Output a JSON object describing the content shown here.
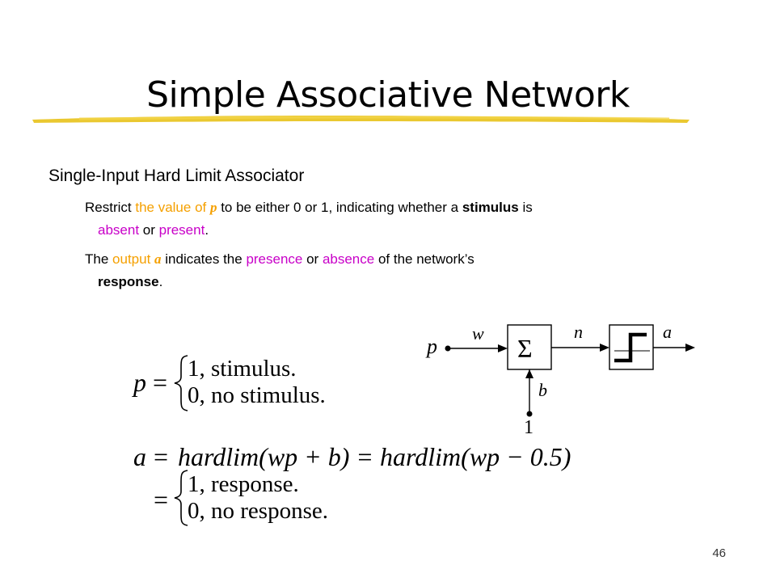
{
  "slide": {
    "title": "Simple Associative Network",
    "heading": "Single-Input Hard Limit Associator",
    "bullet1": {
      "t1": "Restrict ",
      "t2": "the value of ",
      "t3": "p",
      "t4": " to be either 0 or 1, indicating whether a ",
      "t5": "stimulus",
      "t6": " is",
      "t7": "absent",
      "t8": " or ",
      "t9": "present",
      "t10": "."
    },
    "bullet2": {
      "t1": "The ",
      "t2": "output ",
      "t3": "a",
      "t4": " indicates the ",
      "t5": "presence",
      "t6": " or ",
      "t7": "absence",
      "t8": " of the network’s",
      "t9": "response",
      "t10": "."
    },
    "page_number": "46"
  },
  "equations": {
    "p_lhs": "p",
    "p_eq": " =",
    "p_case1": "1,  stimulus.",
    "p_case2": "0,  no stimulus.",
    "a_line": "hardlim(wp + b) = hardlim(wp − 0.5)",
    "a_lhs": "a",
    "eq": "=",
    "a_case1": "1,  response.",
    "a_case2": "0,  no response."
  },
  "diagram": {
    "input": "p",
    "weight": "w",
    "sum": "Σ",
    "net": "n",
    "output": "a",
    "bias": "b",
    "bias_input": "1"
  },
  "colors": {
    "highlight_orange": "#f5a000",
    "highlight_magenta": "#c800c8",
    "underline_gold": "#e8c21a"
  }
}
